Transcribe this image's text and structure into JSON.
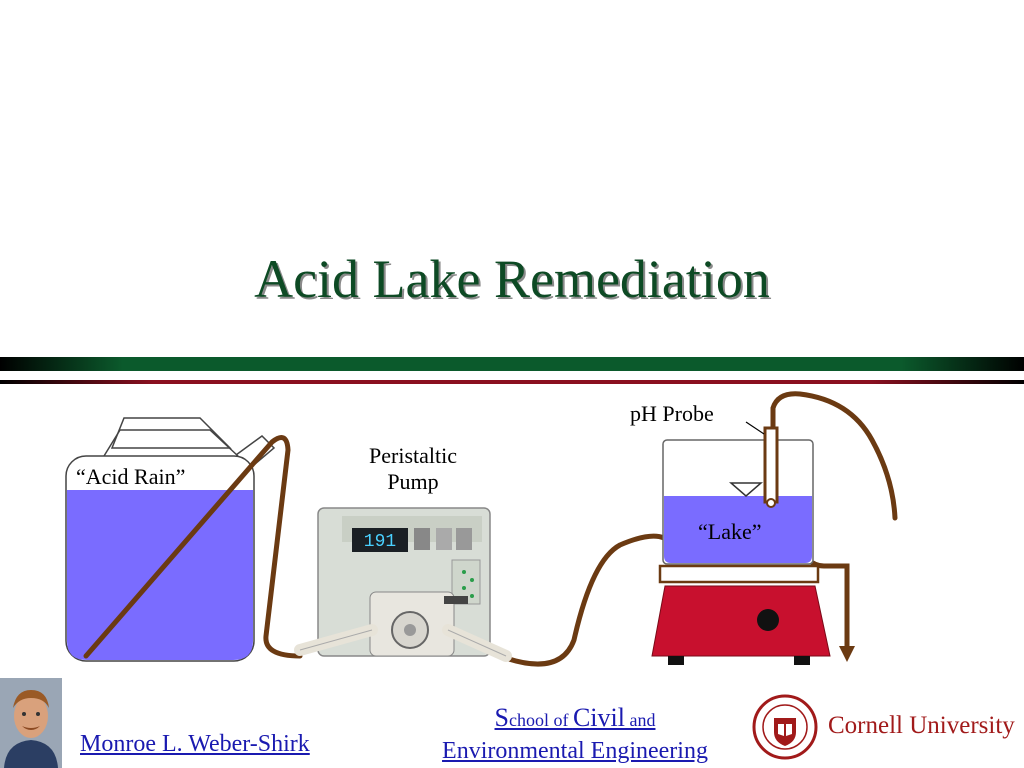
{
  "slide": {
    "title": "Acid Lake Remediation"
  },
  "diagram": {
    "acid_rain_label": "“Acid Rain”",
    "pump_label_line1": "Peristaltic",
    "pump_label_line2": "Pump",
    "pump_display": "191",
    "ph_probe_label": "pH Probe",
    "lake_label": "“Lake”"
  },
  "footer": {
    "author": "Monroe L. Weber-Shirk",
    "school_line1_s": "S",
    "school_line1_a": "chool of ",
    "school_line1_civil": "Civil",
    "school_line1_and": " and",
    "school_line2": "Environmental Engineering",
    "university": "Cornell University"
  },
  "colors": {
    "title": "#0d4a24",
    "water": "#7a6cff",
    "tube": "#6b3a12",
    "stirrer": "#c8102e",
    "band_green": "#0b5a2c",
    "band_red": "#8a1020",
    "link": "#1a1ab0"
  }
}
